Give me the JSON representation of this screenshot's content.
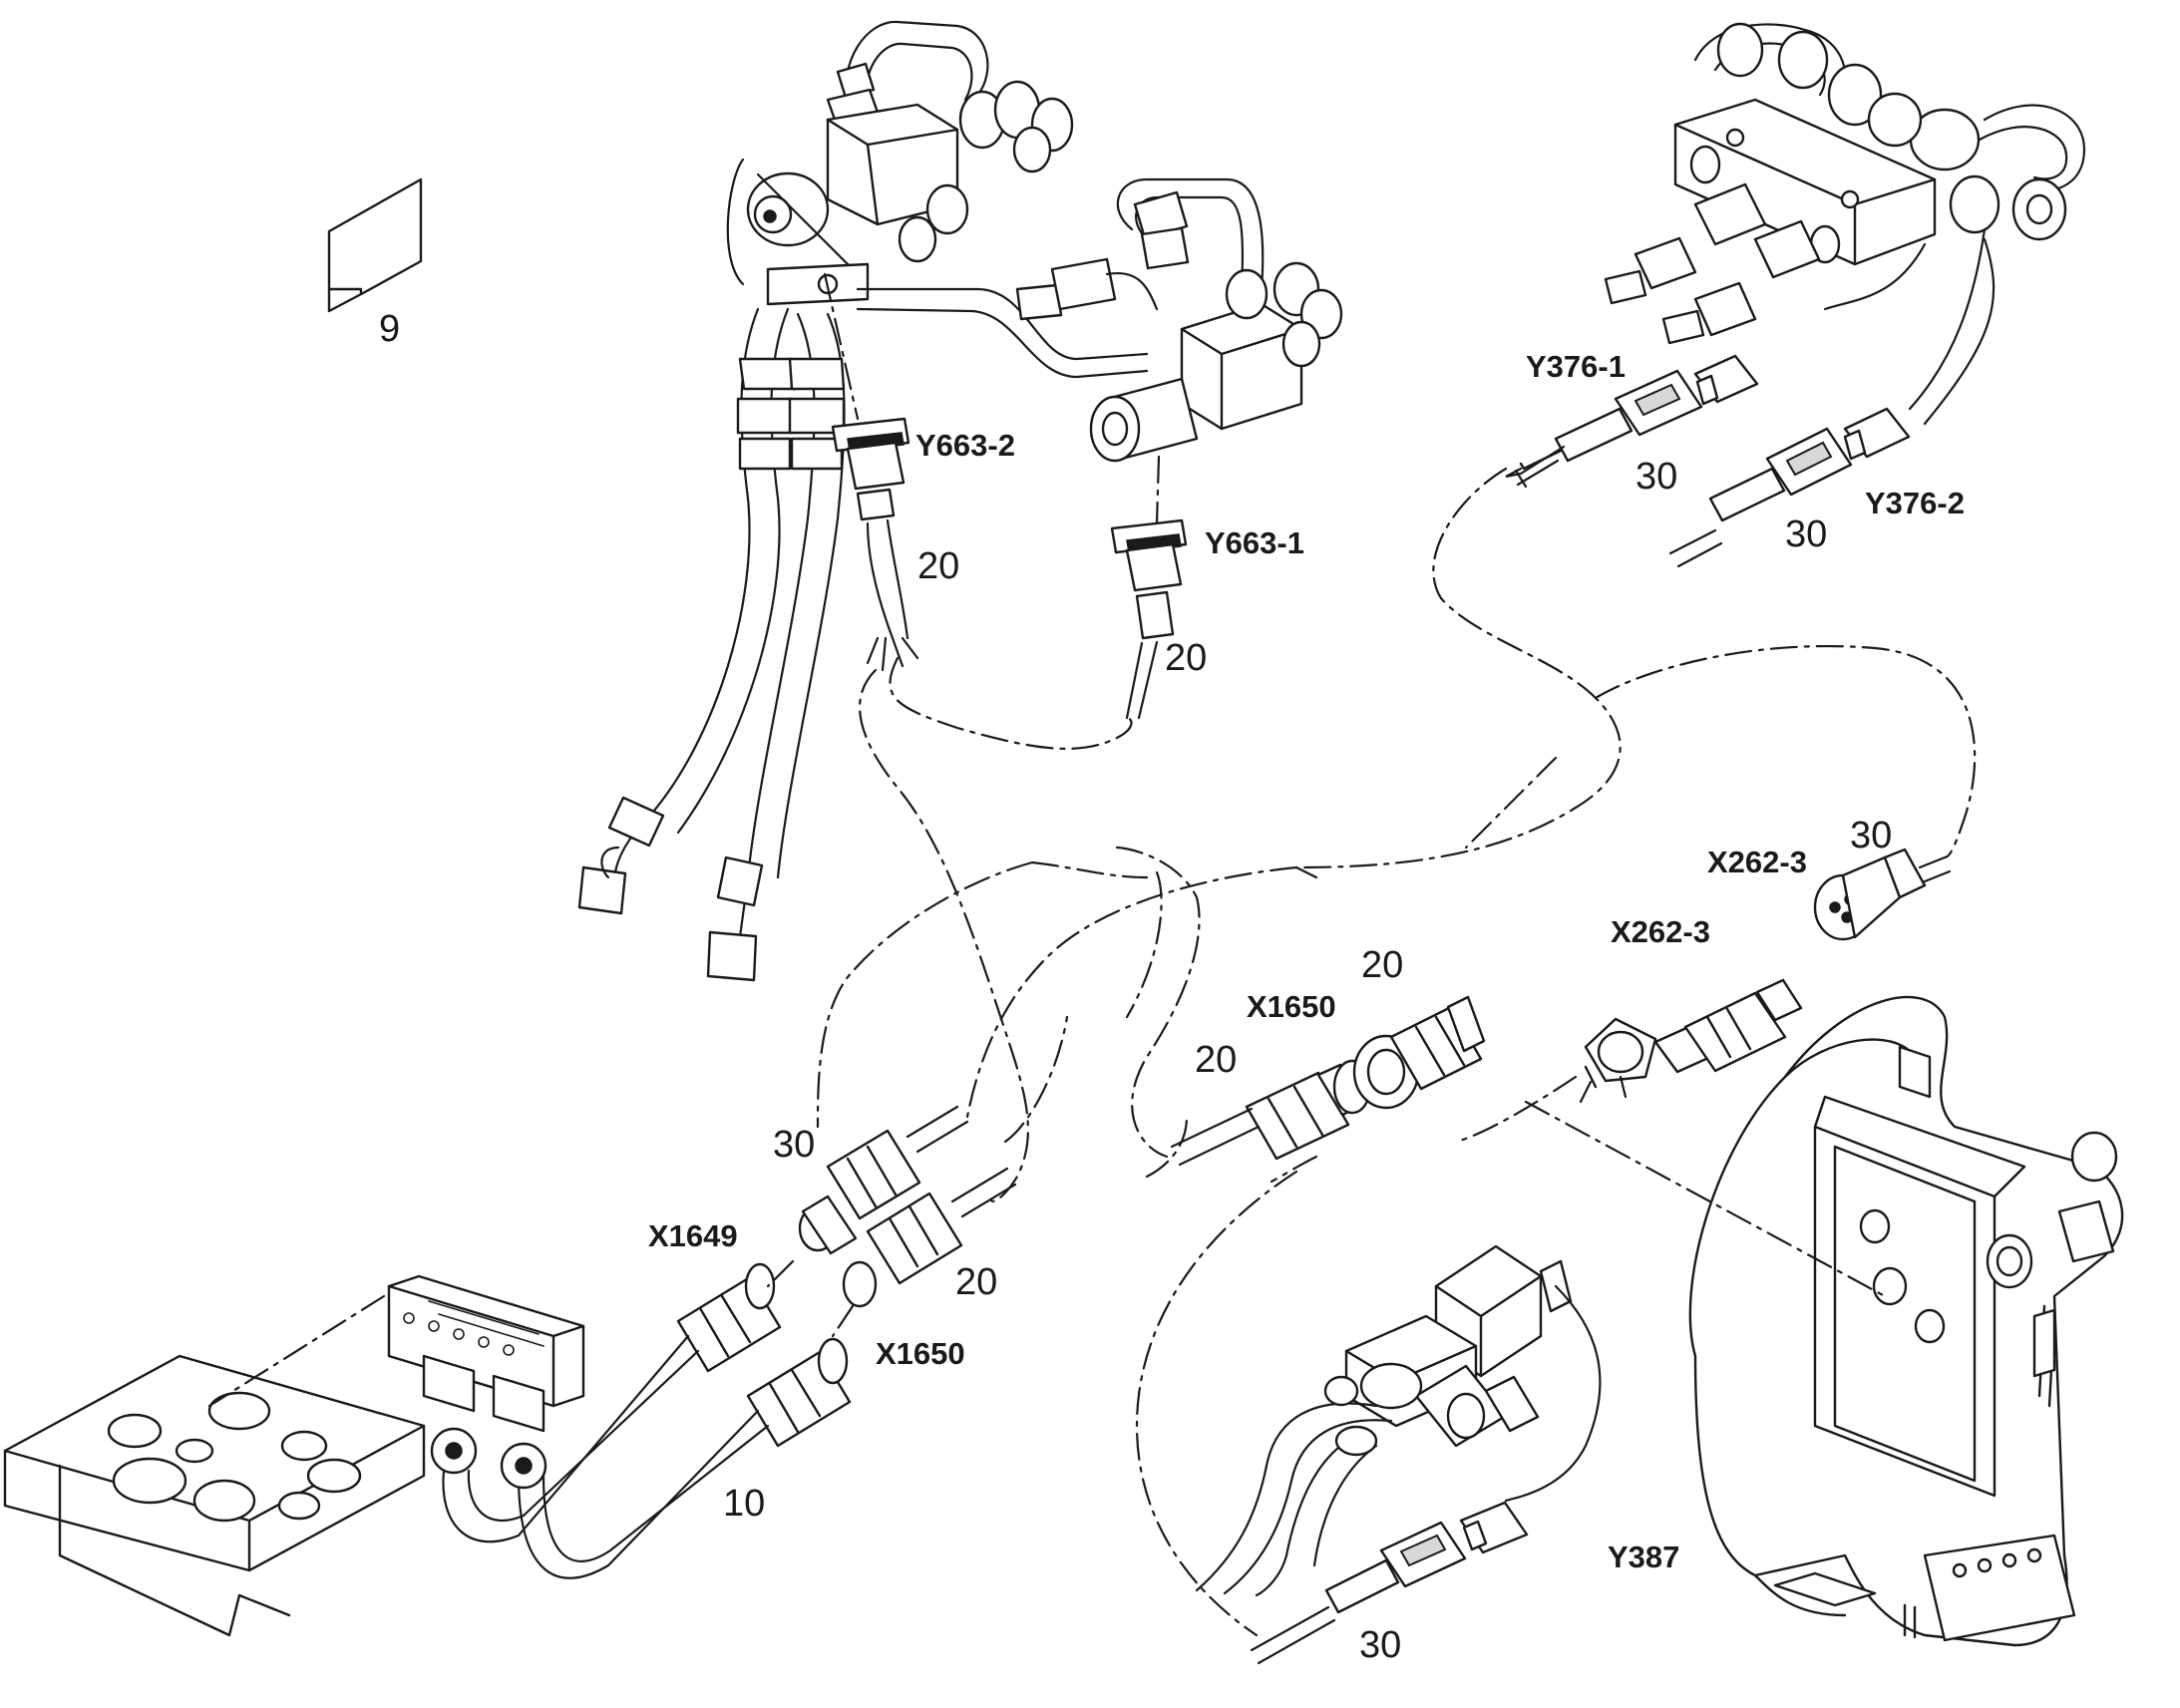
{
  "labels": {
    "item_9": "9",
    "Y663_2": "Y663-2",
    "Y663_1": "Y663-1",
    "Y376_1": "Y376-1",
    "Y376_2": "Y376-2",
    "X262_3_a": "X262-3",
    "X262_3_b": "X262-3",
    "X1650_top": "X1650",
    "X1649": "X1649",
    "X1650_bottom": "X1650",
    "Y387": "Y387",
    "n20_a": "20",
    "n20_b": "20",
    "n20_c": "20",
    "n20_d": "20",
    "n20_e": "20",
    "n30_a": "30",
    "n30_b": "30",
    "n30_c": "30",
    "n30_d": "30",
    "n30_e": "30",
    "n10": "10"
  },
  "colors": {
    "line": "#1a1a1a",
    "background": "#ffffff"
  }
}
